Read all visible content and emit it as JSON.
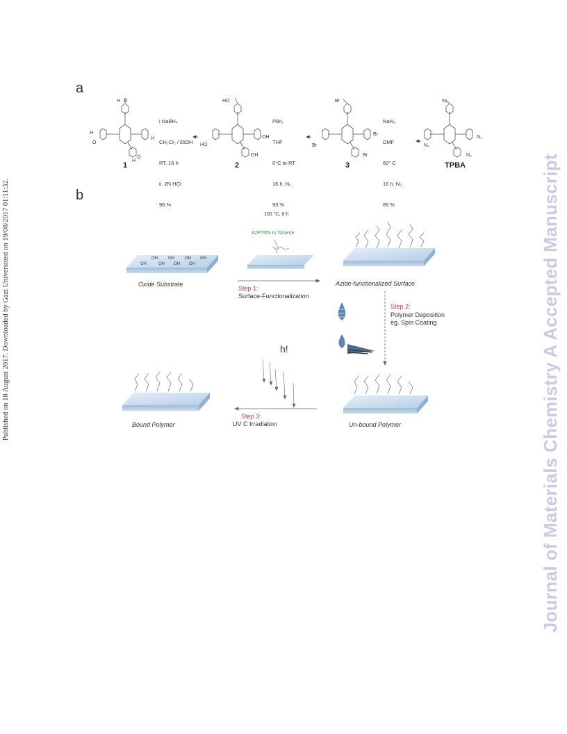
{
  "sidebar": {
    "published_line": "Published on 18 August 2017. Downloaded by Gazi Universitesi on 19/08/2017 01:11:32.",
    "journal_watermark": "Journal of Materials Chemistry A Accepted Manuscript"
  },
  "panel_a": {
    "label": "a",
    "conditions_1": [
      "i NaBH₄",
      "CH₂Cl₂ / EtOH",
      "RT, 16 h",
      "ii. 2N HCl",
      "96 %"
    ],
    "conditions_2": [
      "PBr₃",
      "THF",
      "0°C to RT",
      "16 h, N₂",
      "93 %"
    ],
    "conditions_3": [
      "NaN₃",
      "DMF",
      "60° C",
      "16 h, N₂",
      "89 %"
    ],
    "compounds": [
      "1",
      "2",
      "3",
      "TPBA"
    ],
    "groups": {
      "cho_h": "H",
      "cho_o": "O",
      "oh_top": "HO",
      "oh_left": "HO",
      "oh_right": "OH",
      "oh_bottom": "OH",
      "br": "Br",
      "n3": "N₃"
    }
  },
  "panel_b": {
    "label": "b",
    "reaction_conditions": "100 °C, 6 h",
    "reagent": "AzPTMS in Toluene",
    "oxide_caption": "Oxide Substrate",
    "oh_label": "OH",
    "azide_caption": "Azide-functionalized Surface",
    "unbound_caption": "Un-bound Polymer",
    "bound_caption": "Bound Polymer",
    "step1_title": "Step 1:",
    "step1_desc": "Surface-Functionalization",
    "step2_title": "Step 2:",
    "step2_desc1": "Polymer Deposition",
    "step2_desc2": "eg. Spin Coating",
    "step3_title": "Step 3:",
    "step3_desc": "UV C Irradiation",
    "hv_label": "h!",
    "colors": {
      "step_red": "#d23c3c",
      "substrate_blue": "#bcd4ea",
      "reagent_green": "#3a9a3a",
      "arrow_grey": "#556677"
    }
  }
}
